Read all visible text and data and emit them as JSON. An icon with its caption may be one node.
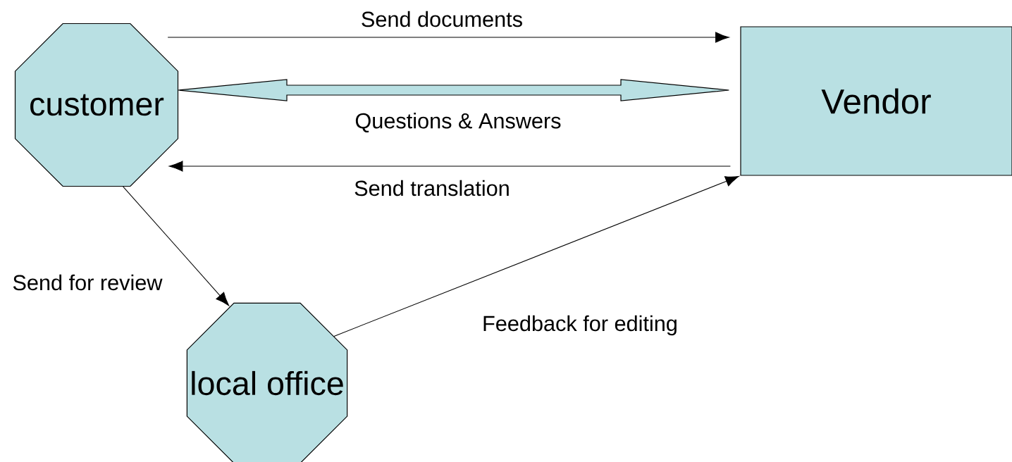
{
  "diagram": {
    "nodes": [
      {
        "text": [
          "customer"
        ]
      },
      {
        "text": [
          "Vendor"
        ]
      },
      {
        "text": [
          "local office"
        ]
      }
    ],
    "edges": [
      {
        "from": 0,
        "to": 1,
        "arrow": "to",
        "label": "Send documents"
      },
      {
        "from": 0,
        "to": 1,
        "arrow": "both",
        "label": "Questions & Answers"
      },
      {
        "from": 1,
        "to": 0,
        "arrow": "to",
        "label": "Send translation"
      },
      {
        "from": 0,
        "to": 2,
        "arrow": "to",
        "label": "Send for review"
      },
      {
        "from": 2,
        "to": 1,
        "arrow": "to",
        "label": "Feedback for editing"
      }
    ]
  }
}
